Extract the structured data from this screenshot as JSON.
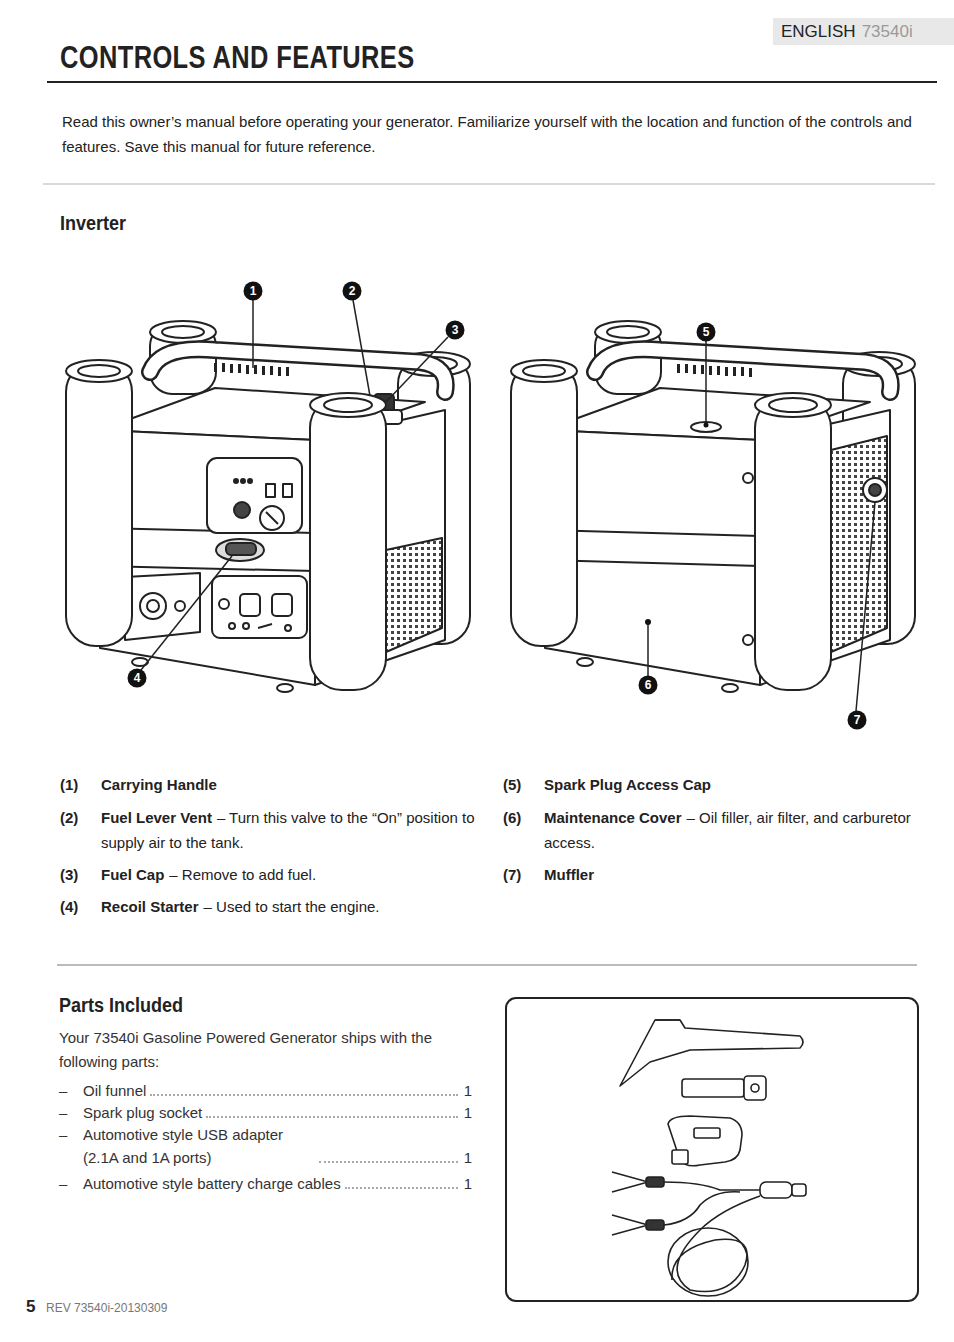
{
  "diagram": {
    "title": "CONTROLS AND FEATURES",
    "nodes": [
      {
        "text": [
          "ENGLISH",
          "73540i"
        ]
      }
    ],
    "labels": [
      "Read this owner’s manual before operating your generator. Familiarize yourself with the location and function of the controls and features. Save this manual for future reference.",
      "Inverter",
      "1",
      "2",
      "3",
      "4",
      "5",
      "6",
      "7",
      "(1)",
      "Carrying Handle",
      "(2)",
      "Fuel Lever Vent",
      "– Turn this valve to the “On” position to supply air to the tank.",
      "(3)",
      "Fuel Cap",
      "– Remove to add fuel.",
      "(4)",
      "Recoil Starter",
      "– Used to start the engine.",
      "(5)",
      "Spark Plug Access Cap",
      "(6)",
      "Maintenance Cover",
      "– Oil filler, air filter, and carburetor access.",
      "(7)",
      "Muffler",
      "Parts Included",
      "Your 73540i Gasoline Powered Generator ships with the following parts:",
      "–",
      "Oil funnel",
      "1",
      "–",
      "Spark plug socket",
      "1",
      "–",
      "Automotive style USB adapter (2.1A and 1A ports)",
      "1",
      "–",
      "Automotive style battery charge cables",
      "1",
      "5",
      "REV 73540i-20130309"
    ]
  }
}
